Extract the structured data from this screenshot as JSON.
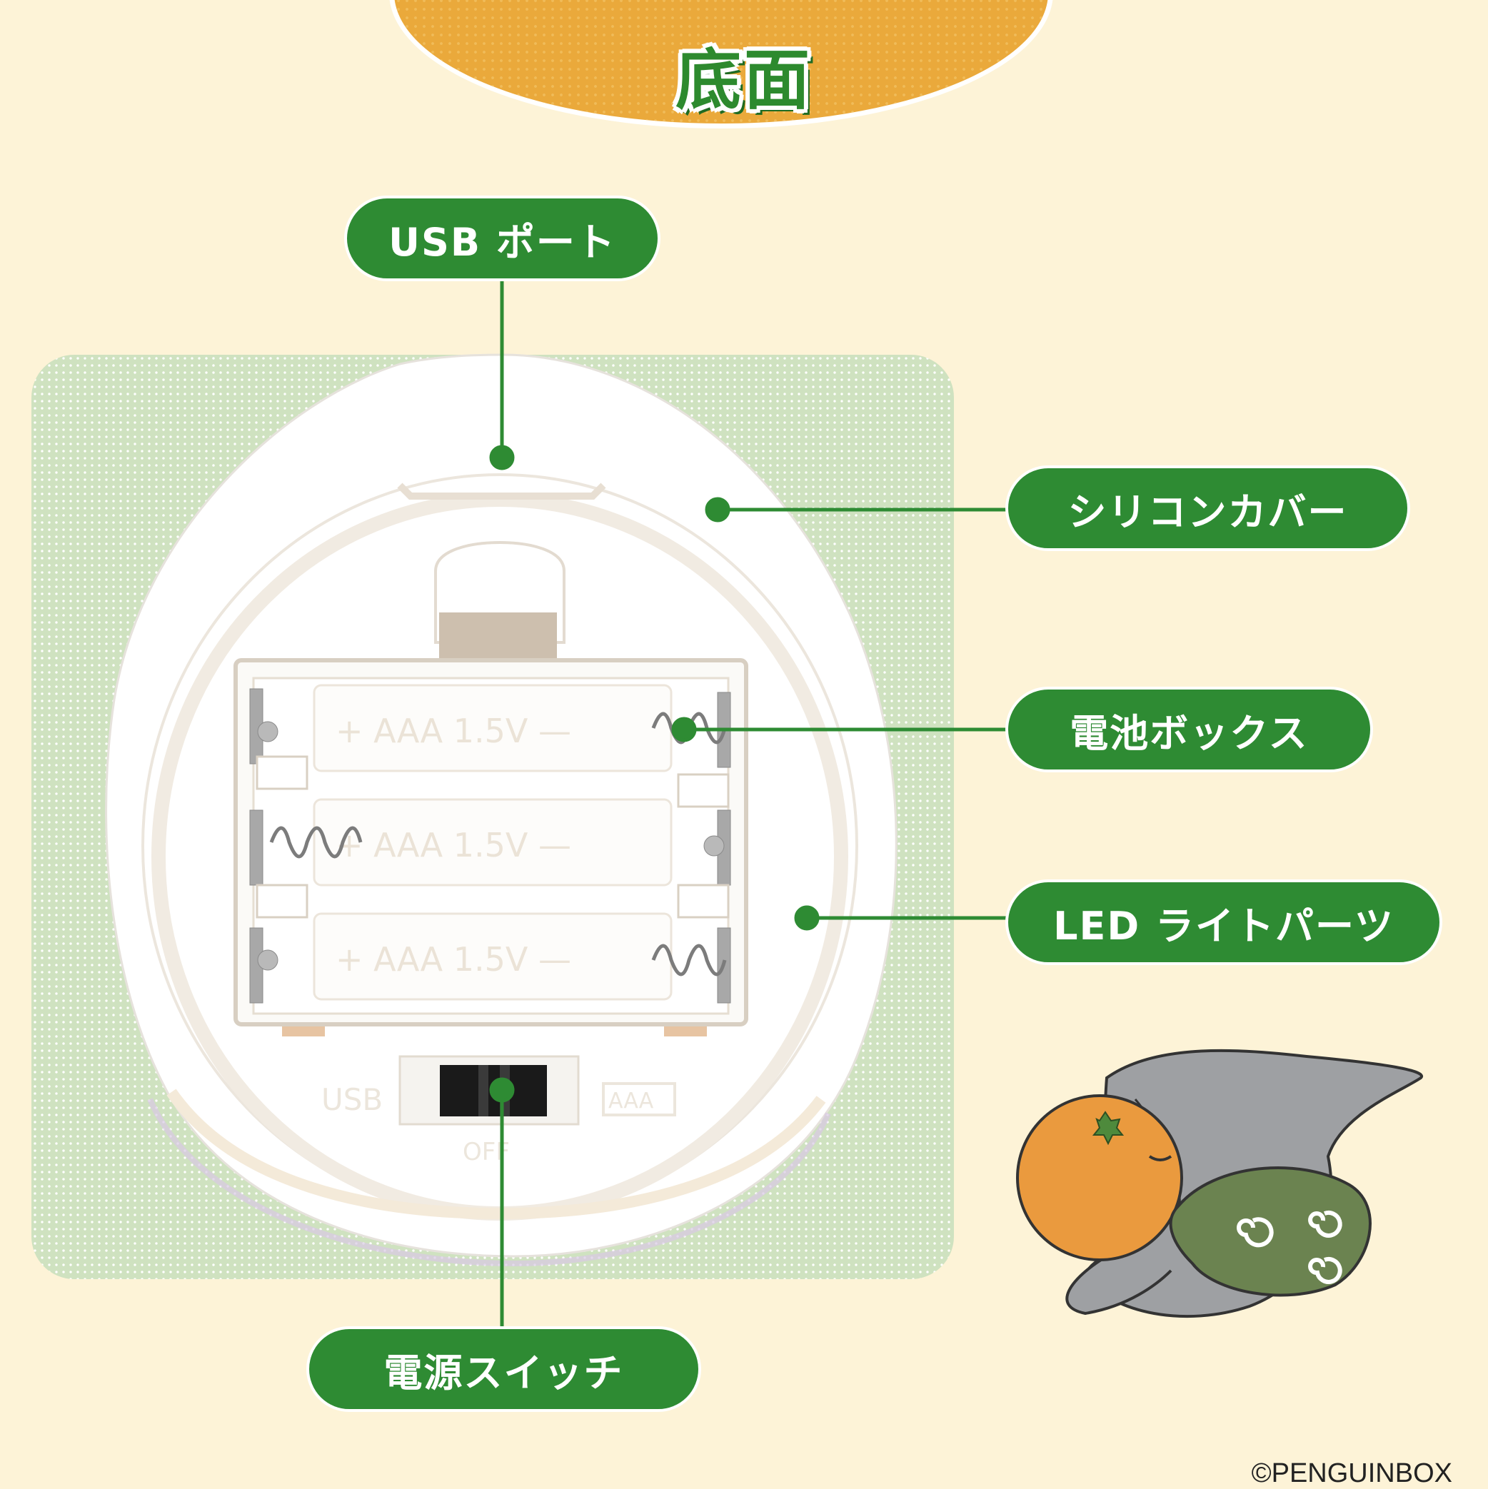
{
  "title": "底面",
  "labels": {
    "usb_port": "USB ポート",
    "silicon_cover": "シリコンカバー",
    "battery_box": "電池ボックス",
    "led_light_parts": "LED ライトパーツ",
    "power_switch": "電源スイッチ"
  },
  "device_markings": {
    "usb": "USB",
    "off": "OFF",
    "aaa": "AAA",
    "battery_row": "+ AAA 1.5V —"
  },
  "copyright": "©PENGUINBOX",
  "colors": {
    "background": "#fdf3d7",
    "banner": "#eaa93b",
    "pill_green": "#2e8b33",
    "panel_green": "#cfe2c0"
  }
}
